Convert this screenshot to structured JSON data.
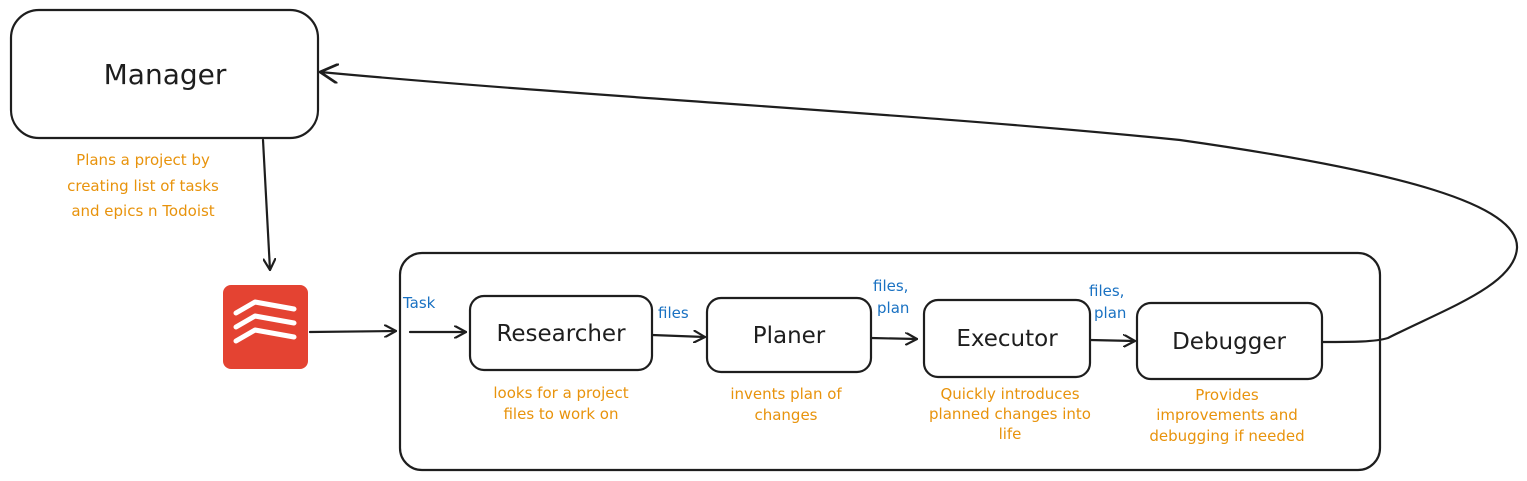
{
  "manager": {
    "title": "Manager",
    "description": [
      "Plans a project by",
      "creating list of tasks",
      "and epics n Todoist"
    ]
  },
  "todoist": {
    "icon": "todoist-logo-icon",
    "color": "#e44332"
  },
  "pipeline": {
    "input_label": "Task",
    "agents": [
      {
        "title": "Researcher",
        "description": [
          "looks for a project",
          "files to work on"
        ]
      },
      {
        "title": "Planer",
        "description": [
          "invents plan of",
          "changes"
        ]
      },
      {
        "title": "Executor",
        "description": [
          "Quickly introduces",
          "planned changes into",
          "life"
        ]
      },
      {
        "title": "Debugger",
        "description": [
          "Provides",
          "improvements and",
          "debugging if needed"
        ]
      }
    ],
    "edge_labels": [
      [
        "files"
      ],
      [
        "files,",
        "plan"
      ],
      [
        "files,",
        "plan"
      ]
    ]
  },
  "colors": {
    "stroke": "#1e1e1e",
    "description_text": "#e8930c",
    "edge_label_text": "#1971c2"
  }
}
